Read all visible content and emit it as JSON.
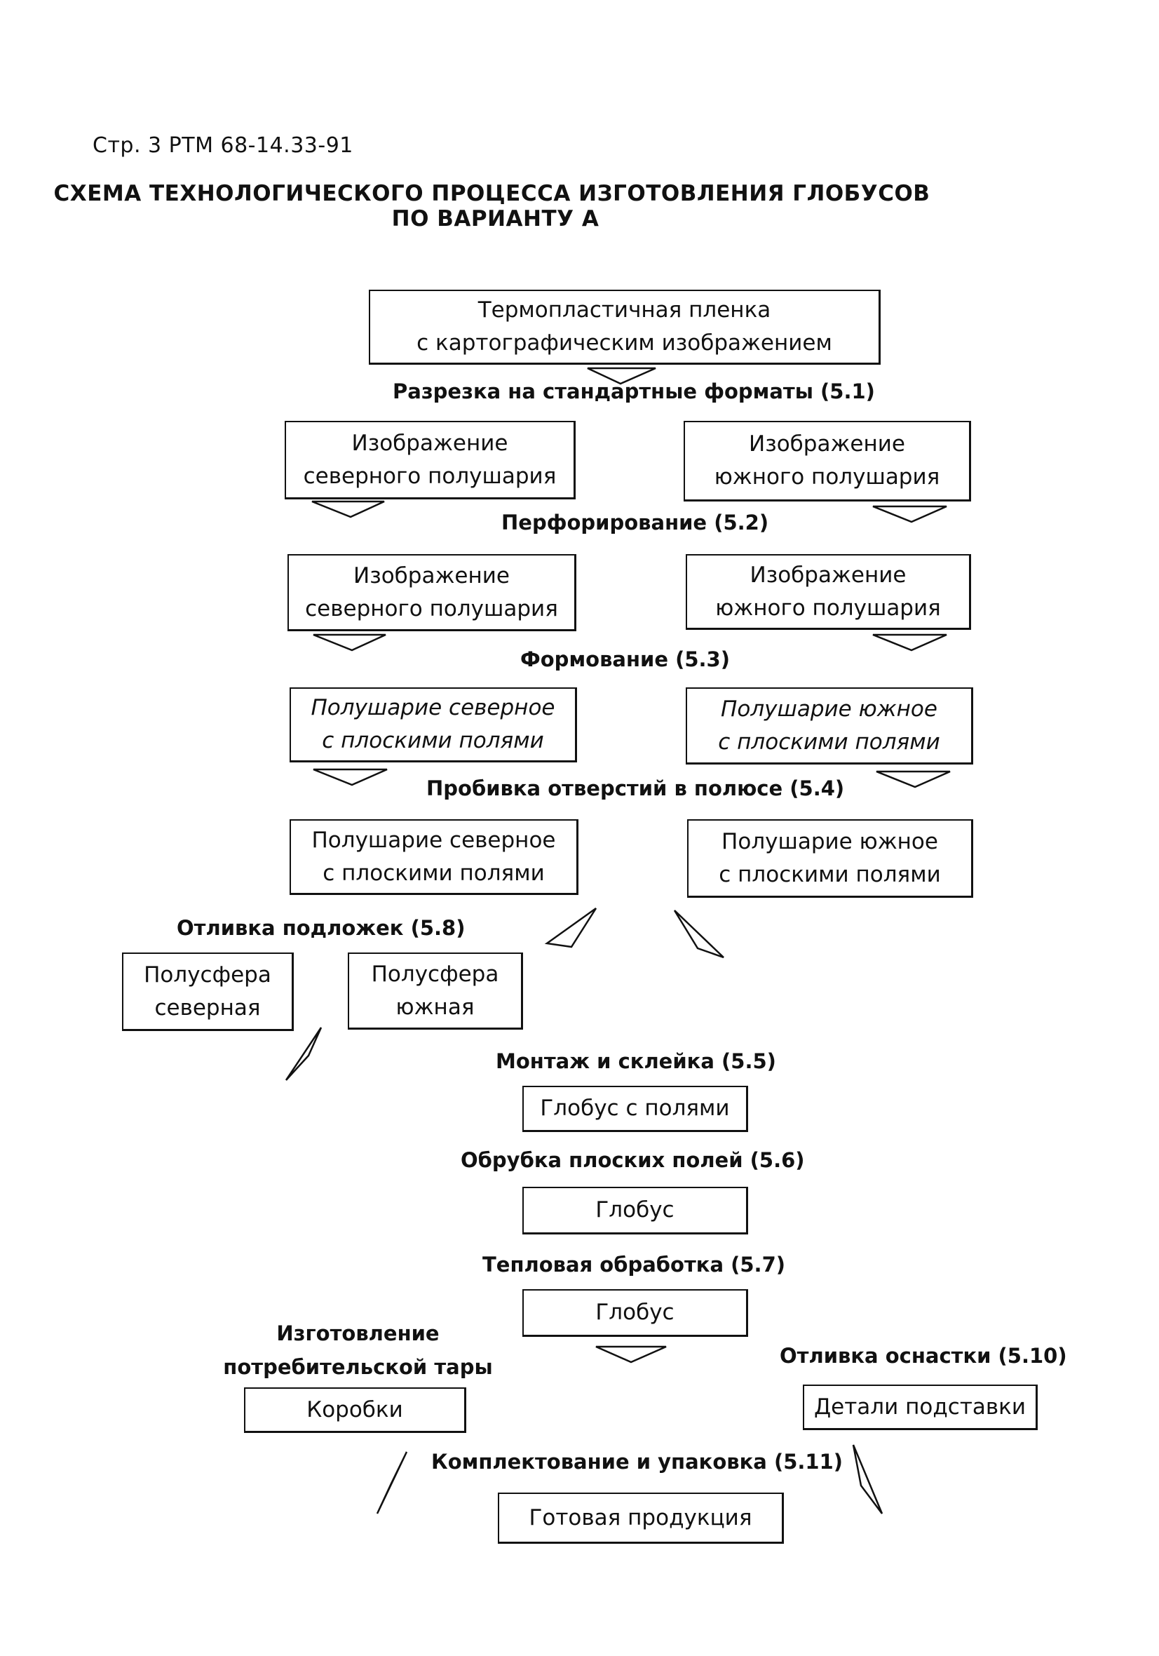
{
  "header": "Стр. 3 РТМ 68-14.33-91",
  "title": {
    "line1": "СХЕМА ТЕХНОЛОГИЧЕСКОГО ПРОЦЕССА ИЗГОТОВЛЕНИЯ ГЛОБУСОВ",
    "line2": "ПО ВАРИАНТУ А"
  },
  "nodes": {
    "film": [
      "Термопластичная пленка",
      "с картографическим изображением"
    ],
    "north1": [
      "Изображение",
      "северного полушария"
    ],
    "south1": [
      "Изображение",
      "южного полушария"
    ],
    "north2": [
      "Изображение",
      "северного полушария"
    ],
    "south2": [
      "Изображение",
      "южного полушария"
    ],
    "north3": [
      "Полушарие северное",
      "с плоскими полями"
    ],
    "south3": [
      "Полушарие южное",
      "с плоскими полями"
    ],
    "north4": [
      "Полушарие северное",
      "с плоскими полями"
    ],
    "south4": [
      "Полушарие южное",
      "с плоскими полями"
    ],
    "hemi_north": [
      "Полусфера",
      "северная"
    ],
    "hemi_south": [
      "Полусфера",
      "южная"
    ],
    "globe_fields": "Глобус с полями",
    "globe1": "Глобус",
    "globe2": "Глобус",
    "boxes": "Коробки",
    "stand_parts": "Детали подставки",
    "product": "Готовая продукция"
  },
  "steps": {
    "s5_1": "Разрезка на стандартные форматы (5.1)",
    "s5_2": "Перфорирование (5.2)",
    "s5_3": "Формование (5.3)",
    "s5_4": "Пробивка отверстий в полюсе (5.4)",
    "s5_8": "Отливка подложек (5.8)",
    "s5_5": "Монтаж и склейка (5.5)",
    "s5_6": "Обрубка плоских полей (5.6)",
    "s5_7": "Тепловая обработка (5.7)",
    "tare_line1": "Изготовление",
    "tare_line2": "потребительской тары",
    "s5_10": "Отливка оснастки (5.10)",
    "s5_11": "Комплектование и упаковка (5.11)"
  }
}
